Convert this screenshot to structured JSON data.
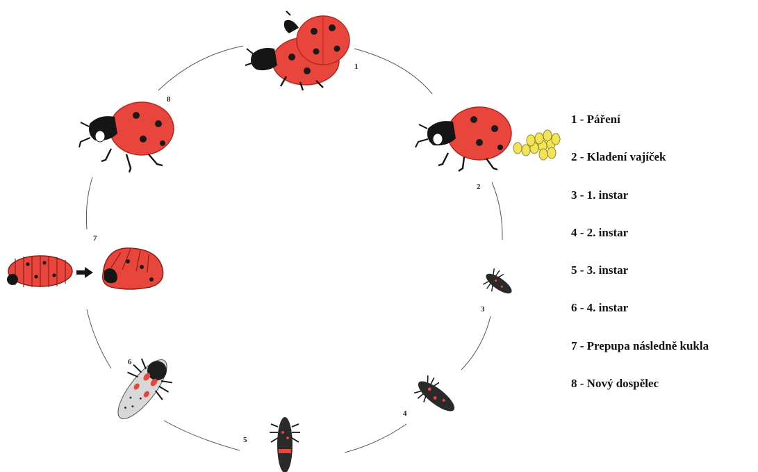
{
  "colors": {
    "shell": "#e8453c",
    "shell_dark": "#b22820",
    "spot": "#1a1a1a",
    "head": "#151515",
    "egg": "#f2e35a",
    "egg_stroke": "#8f8a1e",
    "larva": "#2a2a2a",
    "larva_spot": "#e8453c",
    "cycle_line": "#555555"
  },
  "stages": [
    {
      "number": "1",
      "icon": "mating-ladybugs-icon"
    },
    {
      "number": "2",
      "icon": "ladybug-laying-eggs-icon"
    },
    {
      "number": "3",
      "icon": "larva-first-instar-icon"
    },
    {
      "number": "4",
      "icon": "larva-second-instar-icon"
    },
    {
      "number": "5",
      "icon": "larva-third-instar-icon"
    },
    {
      "number": "6",
      "icon": "larva-fourth-instar-icon"
    },
    {
      "number": "7",
      "icon": "prepupa-to-pupa-icon"
    },
    {
      "number": "8",
      "icon": "new-adult-ladybug-icon"
    }
  ],
  "legend": [
    {
      "number": "1",
      "separator": " - ",
      "text": "Páření"
    },
    {
      "number": "2",
      "separator": " - ",
      "text": "Kladení vajíček"
    },
    {
      "number": "3",
      "separator": " - ",
      "text": "1. instar"
    },
    {
      "number": "4",
      "separator": " - ",
      "text": "2. instar"
    },
    {
      "number": "5",
      "separator": " - ",
      "text": "3. instar"
    },
    {
      "number": "6",
      "separator": " - ",
      "text": "4. instar"
    },
    {
      "number": "7",
      "separator": " - ",
      "text": "Prepupa následně kukla"
    },
    {
      "number": "8",
      "separator": " - ",
      "text": "Nový dospělec"
    }
  ]
}
